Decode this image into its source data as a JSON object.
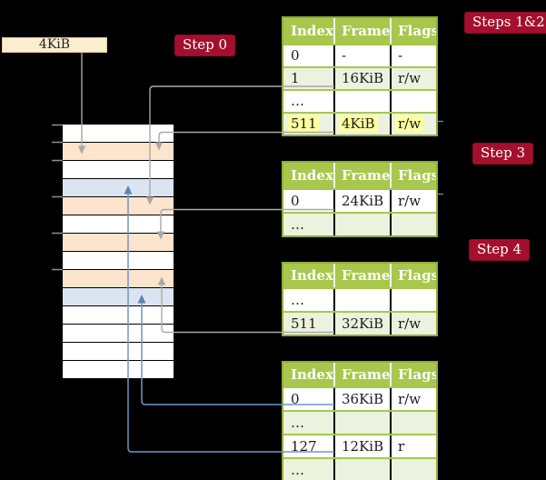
{
  "frame_size_box": {
    "label": "4KiB"
  },
  "step_labels": [
    {
      "id": "step0",
      "text": "Step 0"
    },
    {
      "id": "steps12",
      "text": "Steps 1&2"
    },
    {
      "id": "step3",
      "text": "Step 3"
    },
    {
      "id": "step4",
      "text": "Step 4"
    }
  ],
  "memory_column": {
    "cell_count": 14,
    "cells": [
      {
        "kind": "plain"
      },
      {
        "kind": "table"
      },
      {
        "kind": "plain"
      },
      {
        "kind": "mapped"
      },
      {
        "kind": "table"
      },
      {
        "kind": "plain"
      },
      {
        "kind": "table"
      },
      {
        "kind": "plain"
      },
      {
        "kind": "table"
      },
      {
        "kind": "mapped"
      },
      {
        "kind": "plain"
      },
      {
        "kind": "plain"
      },
      {
        "kind": "plain"
      },
      {
        "kind": "plain"
      }
    ]
  },
  "page_tables": [
    {
      "name": "table-steps-1-2",
      "headers": [
        "Index",
        "Frame",
        "Flags"
      ],
      "rows": [
        {
          "index": "0",
          "frame": "-",
          "flags": "-"
        },
        {
          "index": "1",
          "frame": "16KiB",
          "flags": "r/w"
        },
        {
          "index": "…",
          "frame": "",
          "flags": ""
        },
        {
          "index": "511",
          "frame": "4KiB",
          "flags": "r/w"
        }
      ]
    },
    {
      "name": "table-step-3",
      "headers": [
        "Index",
        "Frame",
        "Flags"
      ],
      "rows": [
        {
          "index": "0",
          "frame": "24KiB",
          "flags": "r/w"
        },
        {
          "index": "…",
          "frame": "",
          "flags": ""
        }
      ]
    },
    {
      "name": "table-step-4",
      "headers": [
        "Index",
        "Frame",
        "Flags"
      ],
      "rows": [
        {
          "index": "…",
          "frame": "",
          "flags": ""
        },
        {
          "index": "511",
          "frame": "32KiB",
          "flags": "r/w"
        }
      ]
    },
    {
      "name": "table-final",
      "headers": [
        "Index",
        "Frame",
        "Flags"
      ],
      "rows": [
        {
          "index": "0",
          "frame": "36KiB",
          "flags": "r/w"
        },
        {
          "index": "…",
          "frame": "",
          "flags": ""
        },
        {
          "index": "127",
          "frame": "12KiB",
          "flags": "r"
        },
        {
          "index": "…",
          "frame": "",
          "flags": ""
        }
      ]
    }
  ],
  "colors": {
    "background": "#000000",
    "step_label_bg": "#a50f2e",
    "table_header_bg": "#a8c74c",
    "table_border": "#93ac3b",
    "row_shade": "#ebf2dd",
    "highlight": "#ffff9e",
    "frame_box_bg": "#fbeecf",
    "memory_plain": "#ffffff",
    "memory_page_table": "#fce4cd",
    "memory_mapped": "#dbe5f1",
    "connector_gray": "#a8a8a8",
    "connector_blue": "#7394c4"
  }
}
